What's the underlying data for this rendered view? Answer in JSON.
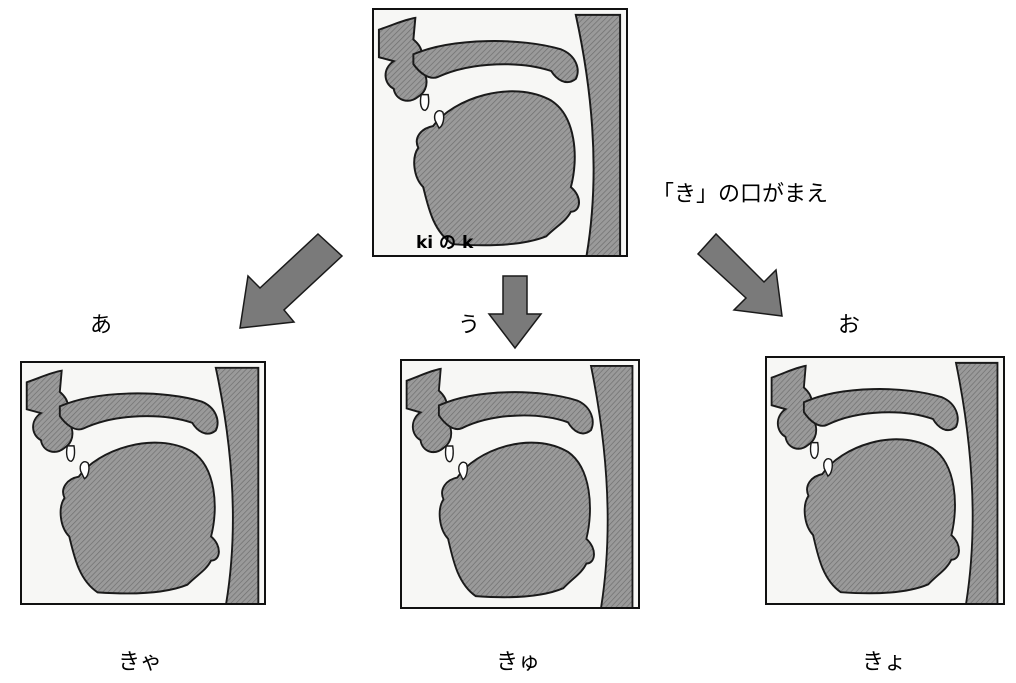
{
  "top": {
    "inner_caption": "ki の k",
    "caption": "「き」の口がまえ"
  },
  "vowels": {
    "a": "あ",
    "u": "う",
    "o": "お"
  },
  "bottom": {
    "kya": "きゃ",
    "kyu": "きゅ",
    "kyo": "きょ"
  },
  "colors": {
    "tissue": "#8f8f8f",
    "outline": "#1a1a1a",
    "arrow": "#7a7a7a",
    "panel_bg": "#f7f7f5"
  },
  "icons": {
    "arrow_left": "arrow-down-left-icon",
    "arrow_center": "arrow-down-icon",
    "arrow_right": "arrow-down-right-icon"
  }
}
